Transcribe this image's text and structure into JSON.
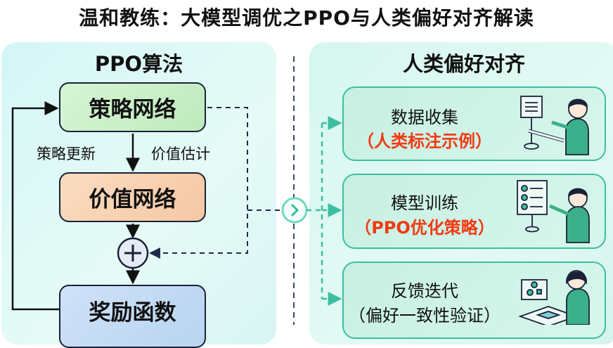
{
  "title": "温和教练：大模型调优之PPO与人类偏好对齐解读",
  "left": {
    "title": "PPO算法",
    "policy": "策略网络",
    "value": "价值网络",
    "reward": "奖励函数",
    "label_update": "策略更新",
    "label_estimate": "价值估计",
    "sum_symbol": "+"
  },
  "right": {
    "title": "人类偏好对齐",
    "cards": [
      {
        "title": "数据收集",
        "subtitle": "（人类标注示例）"
      },
      {
        "title": "模型训练",
        "subtitle": "（PPO优化策略）"
      },
      {
        "title": "反馈迭代",
        "subtitle": "（偏好一致性验证）"
      }
    ]
  },
  "colors": {
    "teal": "#3cbf9f",
    "red": "#f23a12",
    "policy": "#c8f0c8",
    "value": "#f8d0b0",
    "reward": "#c0d8f0"
  }
}
